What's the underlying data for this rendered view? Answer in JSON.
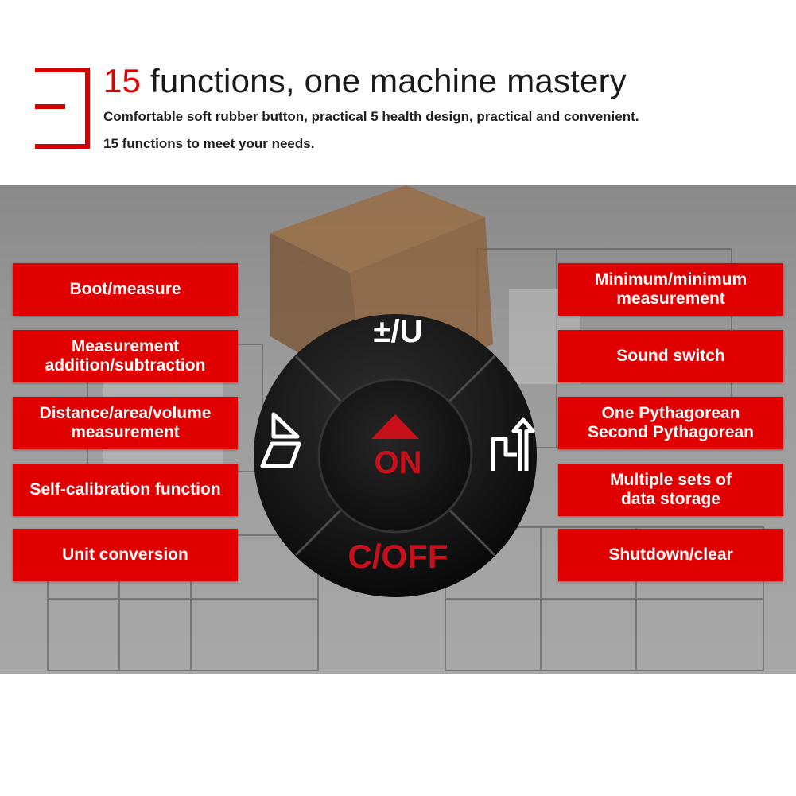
{
  "header": {
    "title_number": "15",
    "title_rest": " functions, one machine mastery",
    "subtitle_line1": "Comfortable soft rubber button, practical 5 health design, practical and convenient.",
    "subtitle_line2": "15 functions to meet your needs."
  },
  "left_labels": [
    "Boot/measure",
    "Measurement\naddition/subtraction",
    "Distance/area/volume\nmeasurement",
    "Self-calibration function",
    "Unit conversion"
  ],
  "right_labels": [
    "Minimum/minimum\nmeasurement",
    "Sound switch",
    "One Pythagorean\nSecond Pythagorean",
    "Multiple sets of\ndata storage",
    "Shutdown/clear"
  ],
  "buttons": {
    "top": "±/U",
    "center": "ON",
    "bottom": "C/OFF",
    "left_icon": "area-volume-icon",
    "right_icon": "pythagorean-icon",
    "center_icon": "up-triangle-icon"
  },
  "colors": {
    "accent_red": "#e00000",
    "button_red": "#c8101a",
    "device_black": "#141414"
  }
}
